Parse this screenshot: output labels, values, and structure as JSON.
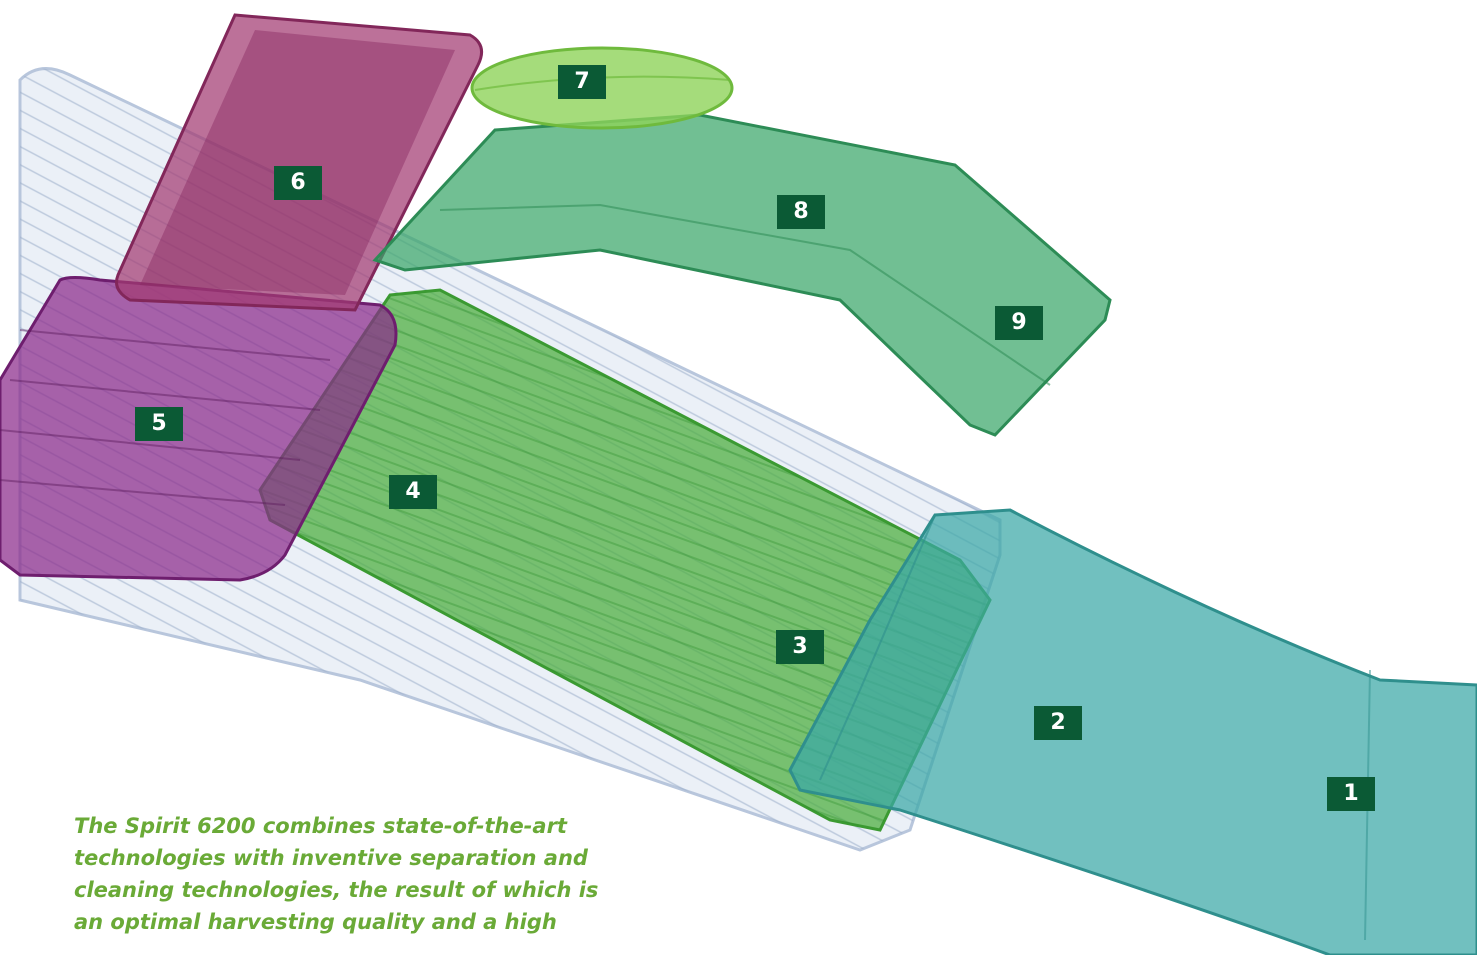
{
  "diagram": {
    "labels": [
      "1",
      "2",
      "3",
      "4",
      "5",
      "6",
      "7",
      "8",
      "9"
    ],
    "caption_lines": [
      "The Spirit 6200 combines state-of-the-art",
      "technologies with inventive separation and",
      "cleaning technologies, the result of which is",
      "an optimal harvesting quality and a high"
    ],
    "colors": {
      "label_bg": "#0b5a35",
      "label_text": "#ffffff",
      "caption_text": "#6aaa37",
      "frame_blue": "#b8c6dc",
      "teal_part": "#3aa8a6",
      "green_part": "#49ad3c",
      "purple_part": "#8a2a8a",
      "magenta_part": "#a23a72",
      "light_green_part": "#8ed35a",
      "sea_green_part": "#3aa66a"
    }
  }
}
